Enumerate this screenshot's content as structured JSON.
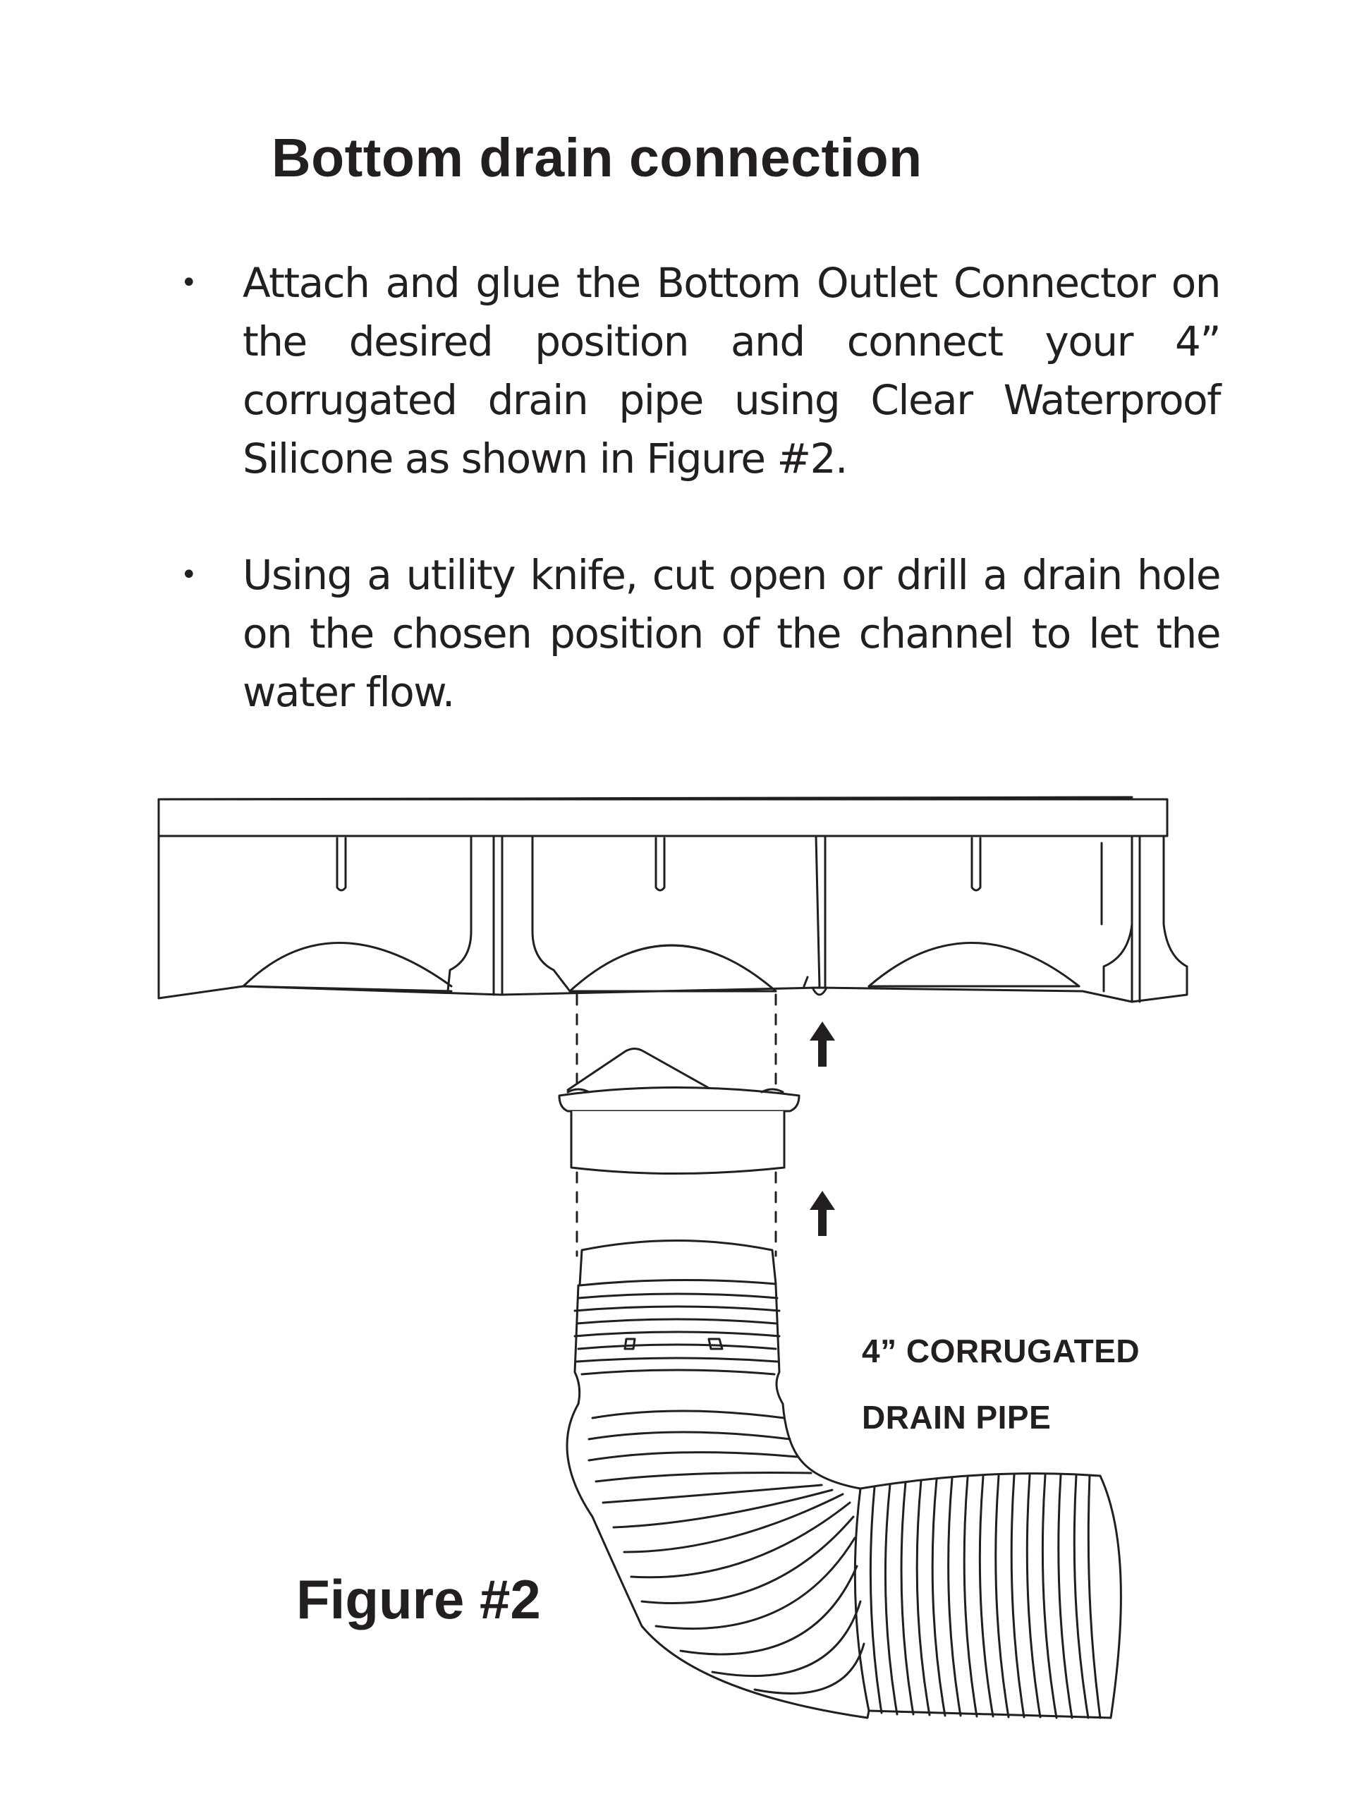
{
  "title": "Bottom drain connection",
  "bullets": [
    {
      "marker": "•",
      "text": "Attach and glue the Bottom Outlet Connector on the desired position and connect your 4” corrugated drain pipe using Clear Waterproof Silicone as shown in Figure #2."
    },
    {
      "marker": "•",
      "text": "Using a utility knife, cut open or drill a drain hole on the chosen position of the channel to let the water flow."
    }
  ],
  "figure": {
    "pipe_label_line1": "4” CORRUGATED",
    "pipe_label_line2": "DRAIN PIPE",
    "caption": "Figure #2",
    "icons": [
      "channel-drain",
      "bottom-outlet-connector",
      "corrugated-drain-pipe",
      "arrow-up-icon",
      "alignment-guide-lines"
    ],
    "stroke_color": "#231f20"
  }
}
